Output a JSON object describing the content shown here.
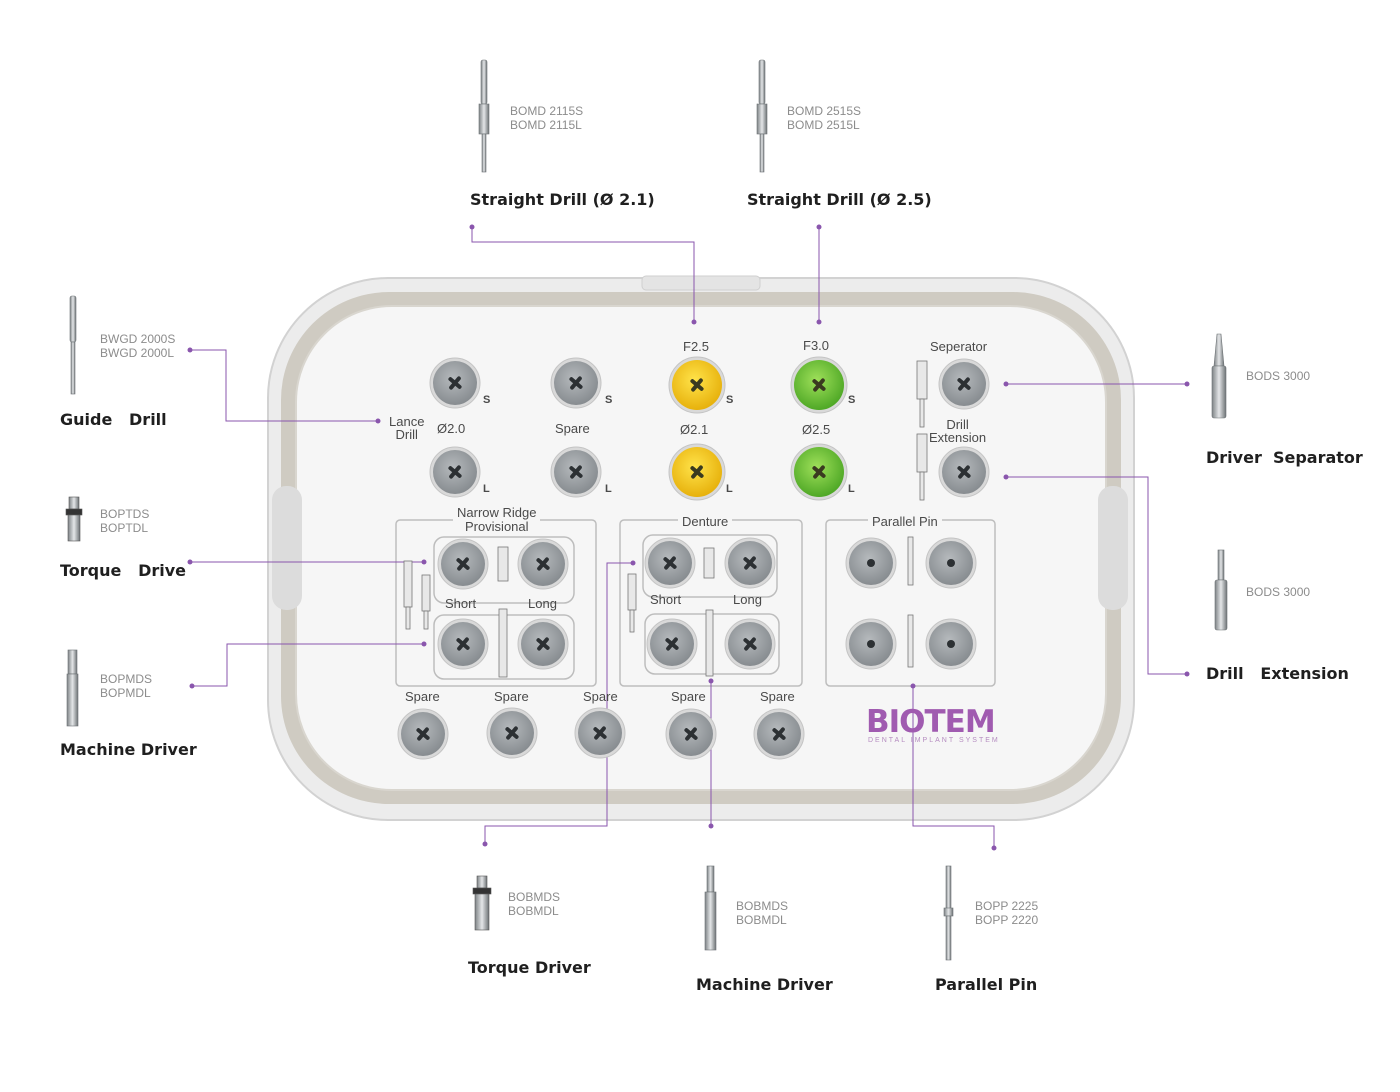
{
  "tools": [
    {
      "title": "Straight Drill (Ø 2.1)",
      "codes": [
        "BOMD 2115S",
        "BOMD 2115L"
      ]
    },
    {
      "title": "Straight Drill (Ø 2.5)",
      "codes": [
        "BOMD 2515S",
        "BOMD 2515L"
      ]
    },
    {
      "title": "Guide   Drill",
      "codes": [
        "BWGD 2000S",
        "BWGD 2000L"
      ]
    },
    {
      "title": "Torque   Drive",
      "codes": [
        "BOPTDS",
        "BOPTDL"
      ]
    },
    {
      "title": "Machine Driver",
      "codes": [
        "BOPMDS",
        "BOPMDL"
      ]
    },
    {
      "title": "Driver  Separator",
      "codes": [
        "BODS 3000"
      ]
    },
    {
      "title": "Drill   Extension",
      "codes": [
        "BODS 3000"
      ]
    },
    {
      "title": "Torque Driver",
      "codes": [
        "BOBMDS",
        "BOBMDL"
      ]
    },
    {
      "title": "Machine Driver",
      "codes": [
        "BOBMDS",
        "BOBMDL"
      ]
    },
    {
      "title": "Parallel Pin",
      "codes": [
        "BOPP 2225",
        "BOPP 2220"
      ]
    }
  ],
  "tray": {
    "col_top": [
      "F2.5",
      "F3.0",
      "Seperator"
    ],
    "lance_drill": "Lance\nDrill",
    "col_mid": [
      "Ø2.0",
      "Spare",
      "Ø2.1",
      "Ø2.5",
      "Drill\nExtension"
    ],
    "size_marks": {
      "short": "S",
      "long": "L"
    },
    "sections": [
      "Narrow Ridge\nProvisional",
      "Denture",
      "Parallel Pin"
    ],
    "short_long": [
      "Short",
      "Long"
    ],
    "spare": "Spare",
    "logo": "BIOTEM",
    "logo_sub": "DENTAL IMPLANT SYSTEM"
  },
  "colors": {
    "yellow": "#f2c81a",
    "green": "#6cc23a",
    "line": "#8a56ad",
    "screw": "#9a9fa3"
  }
}
